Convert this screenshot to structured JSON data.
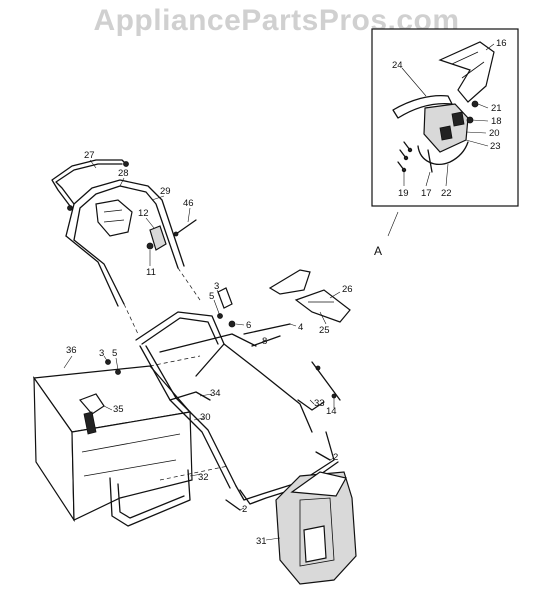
{
  "watermark": "AppliancePartsPros.com",
  "detail_view": {
    "letter": "A",
    "labels": [
      "16",
      "24",
      "21",
      "18",
      "20",
      "23",
      "19",
      "17",
      "22"
    ]
  },
  "callout_letter": "A",
  "main_labels": [
    "27",
    "28",
    "29",
    "46",
    "12",
    "11",
    "3",
    "5",
    "6",
    "4",
    "8",
    "26",
    "25",
    "36",
    "3",
    "5",
    "35",
    "34",
    "30",
    "33",
    "14",
    "2",
    "32",
    "2",
    "31"
  ]
}
